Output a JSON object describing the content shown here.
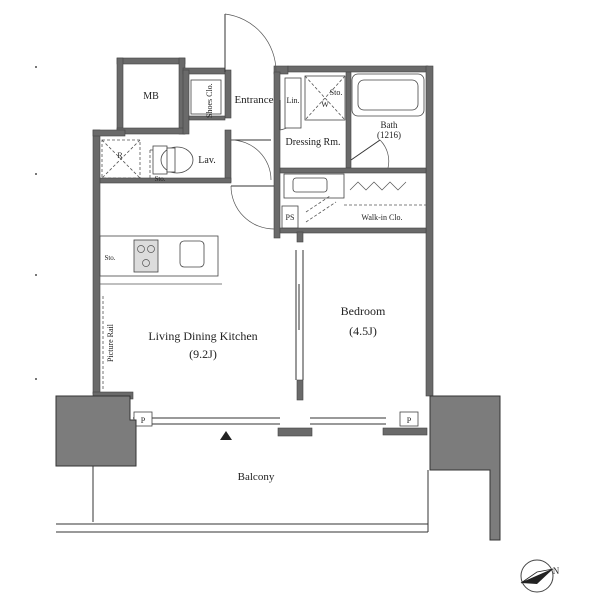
{
  "rooms": {
    "mb": "MB",
    "shoes": "Shoes Clo.",
    "entrance": "Entrance",
    "lin": "Lin.",
    "sto_top": "Sto.",
    "w": "W",
    "bath": "Bath",
    "bath_size": "(1216)",
    "r": "R",
    "lav": "Lav.",
    "sto_lav": "Sto.",
    "dressing": "Dressing Rm.",
    "ps": "PS",
    "walkin": "Walk-in Clo.",
    "sto_kitchen": "Sto.",
    "picture_rail": "Picture Rail",
    "ldk": "Living Dining Kitchen",
    "ldk_size": "(9.2J)",
    "bedroom": "Bedroom",
    "bedroom_size": "(4.5J)",
    "p_left": "P",
    "p_right": "P",
    "balcony": "Balcony",
    "north": "N"
  }
}
